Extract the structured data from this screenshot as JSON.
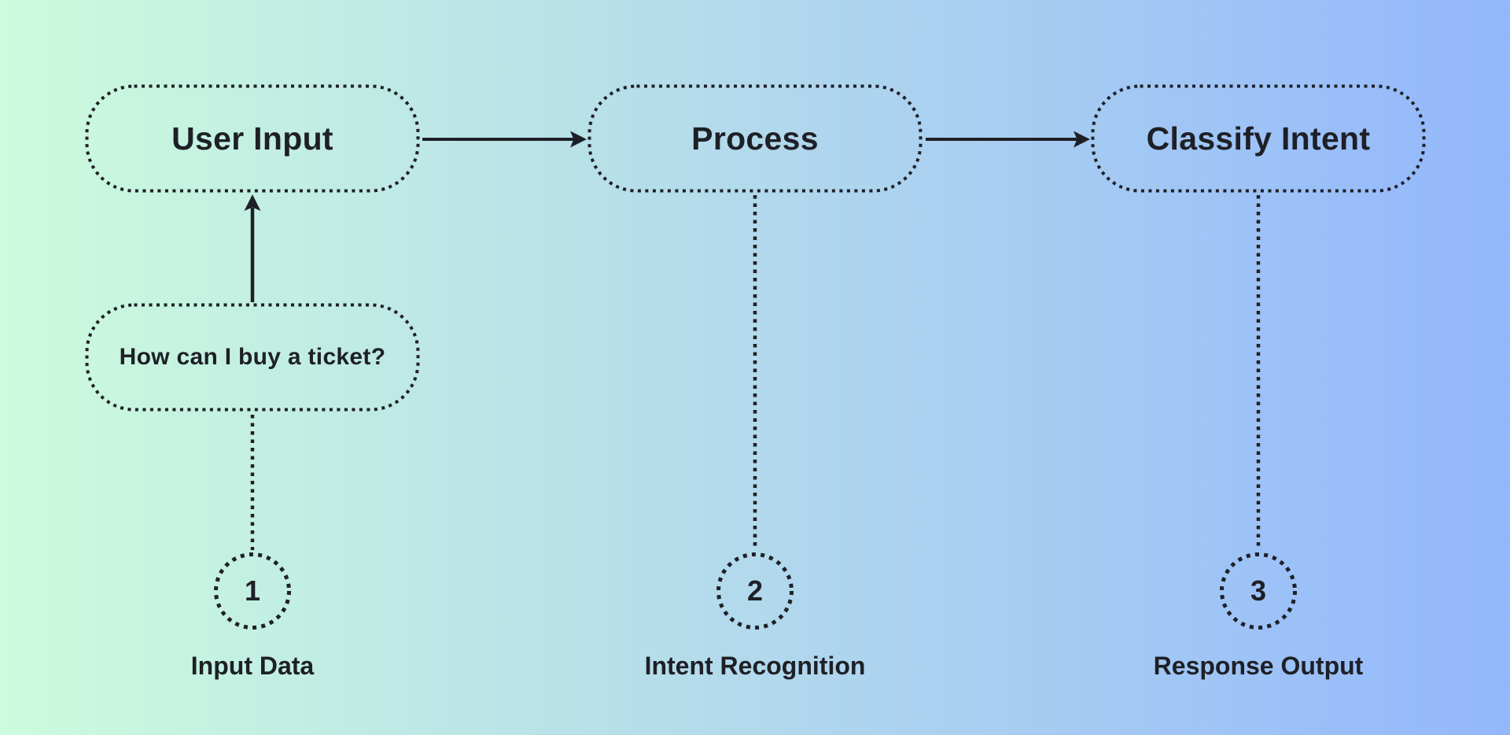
{
  "diagram": {
    "background": {
      "gradient_start": "#ccfbdd",
      "gradient_end": "#93b7fc",
      "ink_color": "#1e2026"
    },
    "flow_nodes": [
      {
        "id": "user-input",
        "label": "User Input"
      },
      {
        "id": "process",
        "label": "Process"
      },
      {
        "id": "classify-intent",
        "label": "Classify Intent"
      }
    ],
    "example_node": {
      "label": "How can I buy a ticket?"
    },
    "steps": [
      {
        "number": "1",
        "label": "Input Data"
      },
      {
        "number": "2",
        "label": "Intent Recognition"
      },
      {
        "number": "3",
        "label": "Response Output"
      }
    ]
  }
}
